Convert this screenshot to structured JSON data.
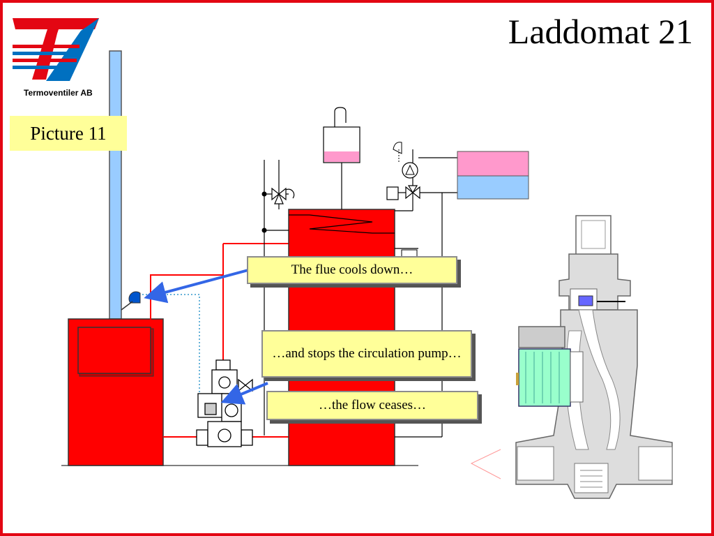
{
  "slide": {
    "title": "Laddomat 21",
    "company": "Termoventiler AB",
    "picture_label": "Picture 11",
    "callouts": {
      "flue": "The flue cools down…",
      "pump": "…and stops the circulation pump…",
      "flow": "…the flow ceases…"
    }
  },
  "colors": {
    "border": "#e30613",
    "logo_red": "#e30613",
    "logo_blue": "#0070c0",
    "boiler": "#ff0000",
    "chimney": "#99ccff",
    "label_bg": "#ffff99",
    "arrow": "#3366e6",
    "pump": "#99ffcc",
    "tank_pink": "#ff99cc",
    "tank_blue": "#99ccff"
  }
}
